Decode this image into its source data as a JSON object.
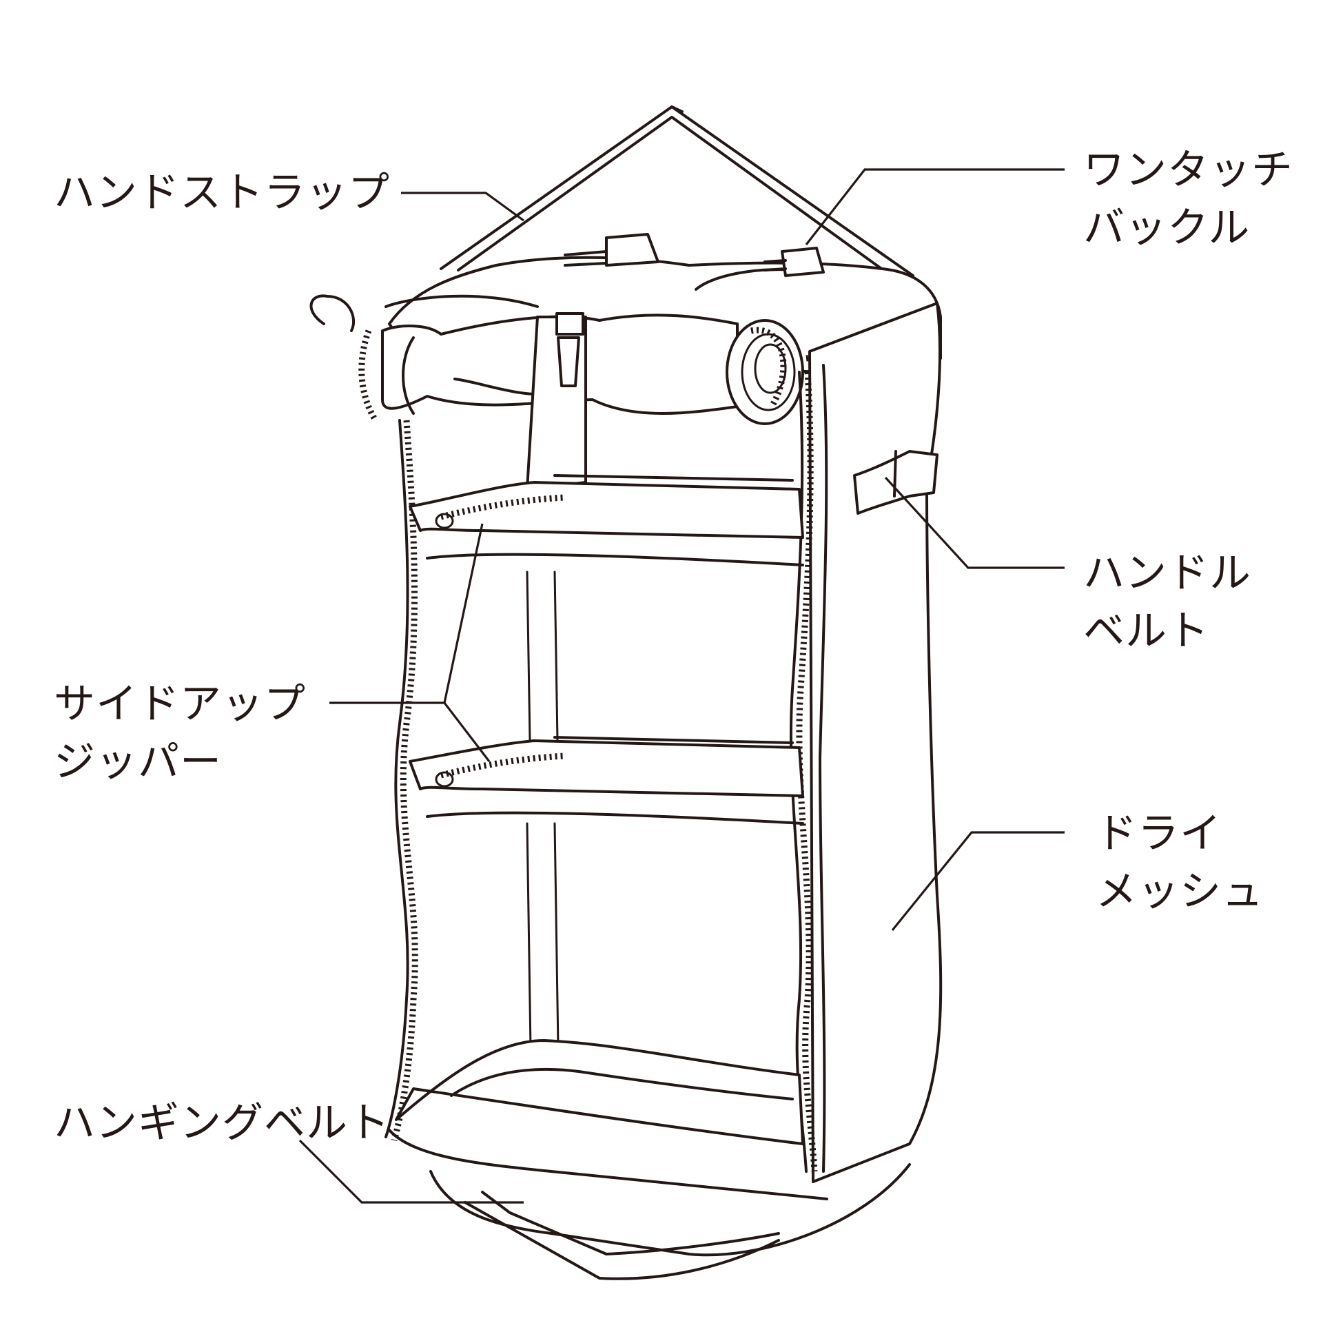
{
  "diagram": {
    "subject": "hanging shelf organizer line drawing",
    "ink_color": "#231815",
    "background": "#ffffff"
  },
  "labels": {
    "hand_strap": {
      "line1": "ハンドストラップ",
      "line2": ""
    },
    "one_touch_buckle": {
      "line1": "ワンタッチ",
      "line2": "バックル"
    },
    "handle_belt": {
      "line1": "ハンドル",
      "line2": "ベルト"
    },
    "side_up_zipper": {
      "line1": "サイドアップ",
      "line2": "ジッパー"
    },
    "dry_mesh": {
      "line1": "ドライ",
      "line2": "メッシュ"
    },
    "hanging_belt": {
      "line1": "ハンギングベルト",
      "line2": ""
    }
  }
}
